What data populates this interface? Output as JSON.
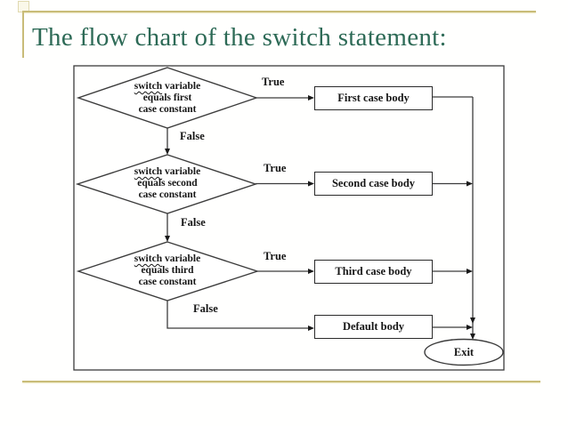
{
  "slide": {
    "title": "The flow chart of the switch statement:"
  },
  "flowchart": {
    "rows": [
      {
        "decision": {
          "l1_word": "switch",
          "l1_rest": " variable",
          "l2": "equals first",
          "l3": "case constant"
        },
        "true_label": "True",
        "false_label": "False",
        "process": "First case body"
      },
      {
        "decision": {
          "l1_word": "switch",
          "l1_rest": " variable",
          "l2": "equals second",
          "l3": "case constant"
        },
        "true_label": "True",
        "false_label": "False",
        "process": "Second case body"
      },
      {
        "decision": {
          "l1_word": "switch",
          "l1_rest": " variable",
          "l2": "equals third",
          "l3": "case constant"
        },
        "true_label": "True",
        "false_label": "False",
        "process": "Third case body"
      }
    ],
    "default_process": "Default body",
    "exit_label": "Exit",
    "colors": {
      "title_text": "#2d6a56",
      "accent_line": "#c9bc78",
      "diagram_stroke": "#3c3c3c"
    }
  }
}
